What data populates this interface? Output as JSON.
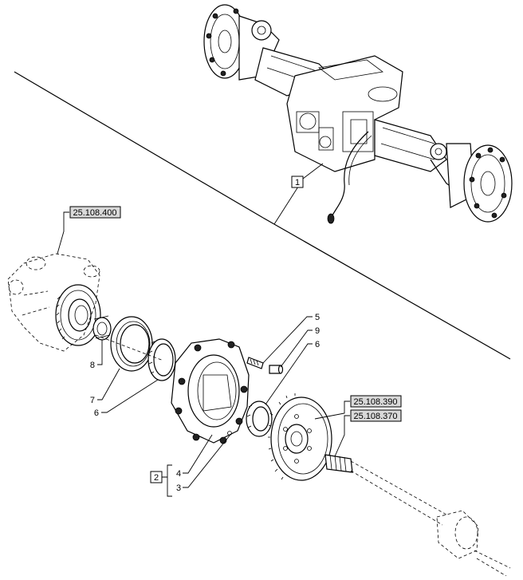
{
  "assembly_ref": "1",
  "group_ref": "2",
  "references": {
    "hub": "25.108.400",
    "gear": "25.108.390",
    "shaft": "25.108.370"
  },
  "callouts": {
    "c3": "3",
    "c4": "4",
    "c5": "5",
    "c6a": "6",
    "c6b": "6",
    "c7": "7",
    "c8": "8",
    "c9": "9"
  }
}
